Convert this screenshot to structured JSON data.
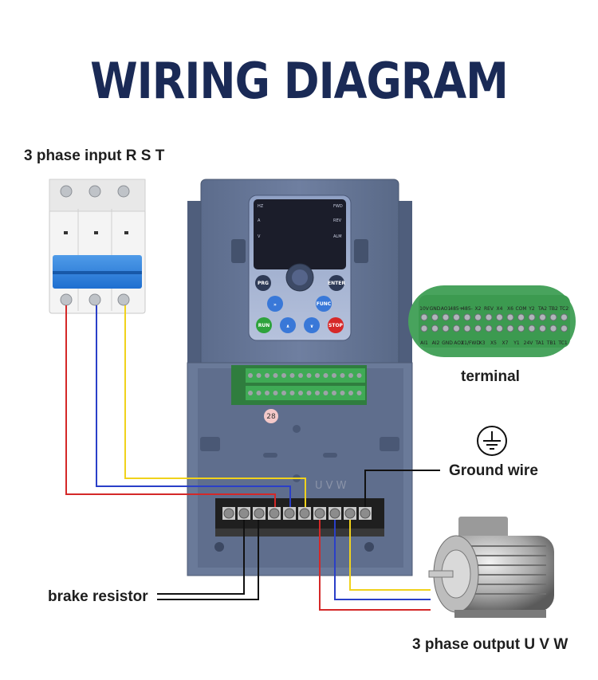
{
  "title": "WIRING DIAGRAM",
  "labels": {
    "input": "3 phase input R S T",
    "terminal": "terminal",
    "ground": "Ground wire",
    "brake": "brake resistor",
    "output": "3 phase output U V W"
  },
  "keypad": {
    "indicators_left": [
      "HZ",
      "A",
      "V"
    ],
    "indicators_right": [
      "FWD",
      "REV",
      "ALM"
    ],
    "keys": {
      "prg": "PRG",
      "enter": "ENTER",
      "shift": "»",
      "func": "FUNC",
      "run": "RUN",
      "up": "∧",
      "down": "∨",
      "stop": "STOP"
    }
  },
  "terminal_block": {
    "top_row": [
      "10V",
      "GND",
      "AO1",
      "485+",
      "485-",
      "X2",
      "REV",
      "X4",
      "X6",
      "COM",
      "Y2",
      "TA2",
      "TB2",
      "TC2"
    ],
    "bottom_row": [
      "AI1",
      "AI2",
      "GND",
      "AO2",
      "X1/FWD",
      "X3",
      "X5",
      "X7",
      "Y1",
      "24V",
      "TA1",
      "TB1",
      "TC1"
    ]
  },
  "power_terminal_text": "U V W",
  "sticker": "28",
  "wire_colors": {
    "red": "#d42828",
    "blue": "#2a3fc8",
    "yellow": "#f0d21c",
    "black": "#111111"
  }
}
